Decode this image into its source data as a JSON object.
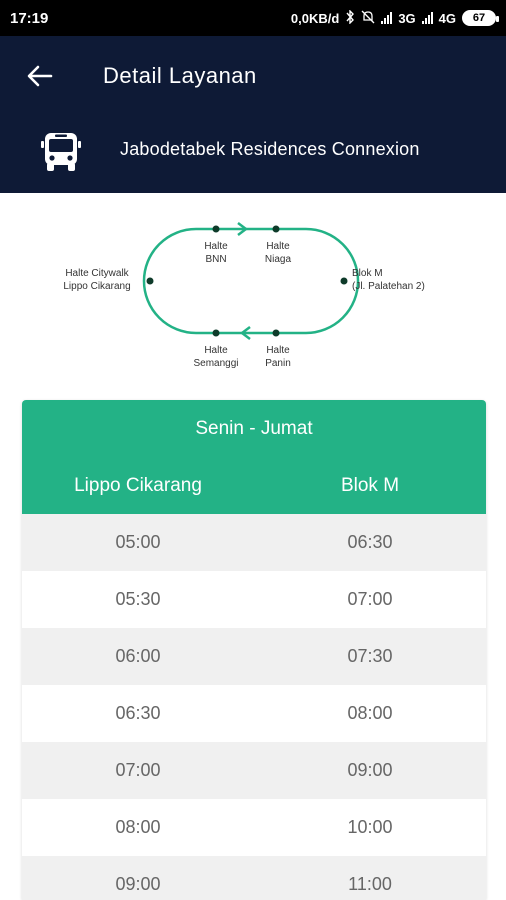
{
  "status_bar": {
    "time": "17:19",
    "speed": "0,0KB/d",
    "network1": "3G",
    "network2": "4G",
    "battery": "67"
  },
  "header": {
    "title": "Detail Layanan",
    "service_name": "Jabodetabek Residences Connexion"
  },
  "route": {
    "stops": {
      "left": "Halte Citywalk\nLippo Cikarang",
      "top1": "Halte\nBNN",
      "top2": "Halte\nNiaga",
      "right": "Blok M\n(Jl. Palatehan 2)",
      "bottom1": "Halte\nSemanggi",
      "bottom2": "Halte\nPanin"
    },
    "line_color": "#23b286"
  },
  "schedule": {
    "day": "Senin - Jumat",
    "columns": [
      "Lippo Cikarang",
      "Blok M"
    ],
    "rows": [
      [
        "05:00",
        "06:30"
      ],
      [
        "05:30",
        "07:00"
      ],
      [
        "06:00",
        "07:30"
      ],
      [
        "06:30",
        "08:00"
      ],
      [
        "07:00",
        "09:00"
      ],
      [
        "08:00",
        "10:00"
      ],
      [
        "09:00",
        "11:00"
      ]
    ]
  }
}
